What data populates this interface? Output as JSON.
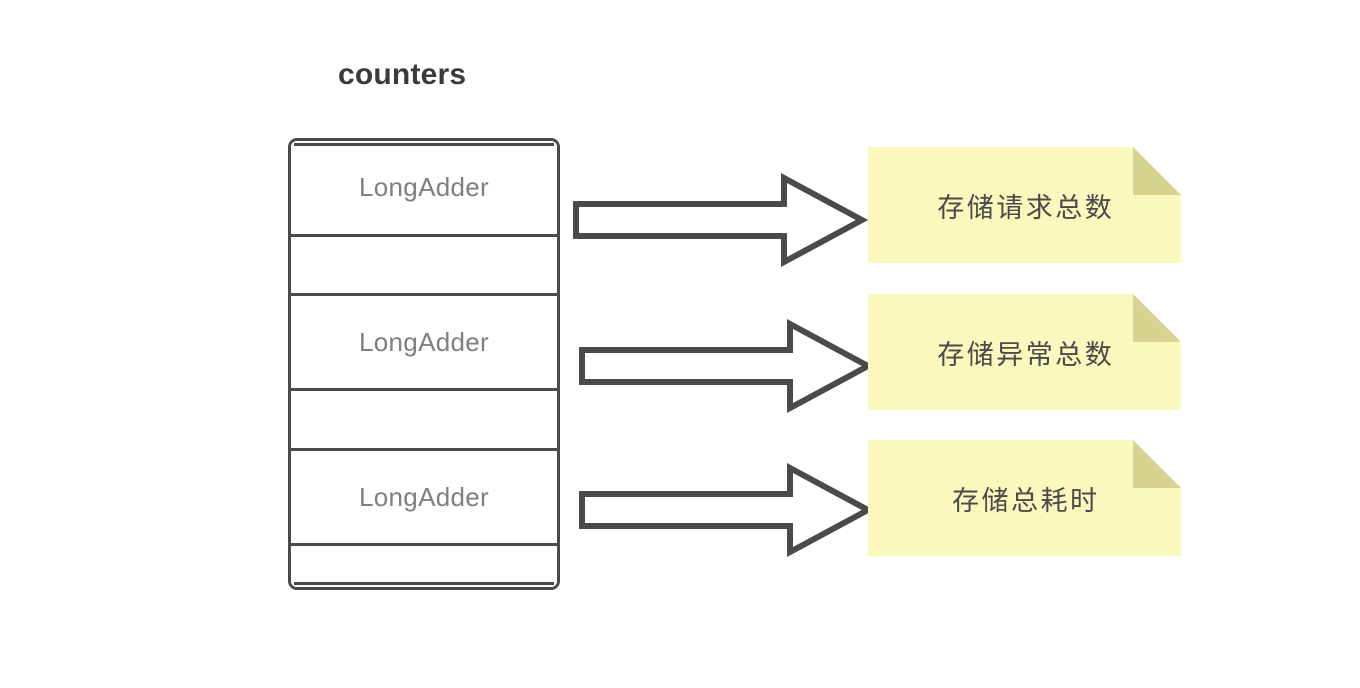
{
  "diagram": {
    "title": "counters",
    "background_color": "#ffffff",
    "stroke_color": "#4a4a4a",
    "label_color": "#7f7f7f",
    "note_color": "#faf8bd",
    "note_fold_color": "#d7d492",
    "note_text_color": "#4a4a4a"
  },
  "table": {
    "name": "counters",
    "rows": [
      {
        "label": "LongAdder",
        "kind": "tall"
      },
      {
        "label": "",
        "kind": "short"
      },
      {
        "label": "LongAdder",
        "kind": "tall"
      },
      {
        "label": "",
        "kind": "short"
      },
      {
        "label": "LongAdder",
        "kind": "tall"
      },
      {
        "label": "",
        "kind": "last"
      }
    ]
  },
  "arrows": [
    {
      "name": "arrow-1",
      "from_row": 0,
      "to_note": 0
    },
    {
      "name": "arrow-2",
      "from_row": 2,
      "to_note": 1
    },
    {
      "name": "arrow-3",
      "from_row": 4,
      "to_note": 2
    }
  ],
  "notes": [
    {
      "text": "存储请求总数"
    },
    {
      "text": "存储异常总数"
    },
    {
      "text": "存储总耗时"
    }
  ]
}
